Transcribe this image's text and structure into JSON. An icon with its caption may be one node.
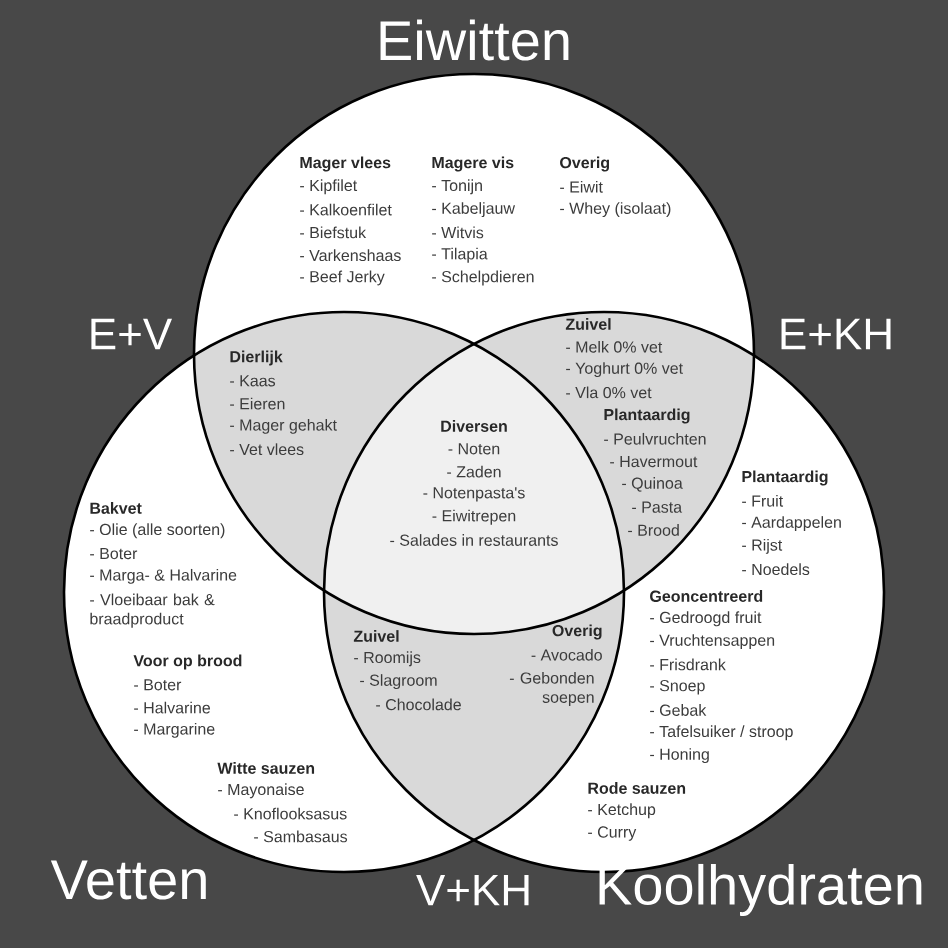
{
  "diagram": {
    "nodes": [
      {
        "text": [
          "Eiwitten"
        ]
      },
      {
        "text": [
          "Vetten"
        ]
      },
      {
        "text": [
          "Koolhydraten"
        ]
      }
    ],
    "labels": [
      "Mager vlees",
      "- Kipfilet",
      "- Kalkoenfilet",
      "- Biefstuk",
      "- Varkenshaas",
      "- Beef Jerky",
      "Magere vis",
      "- Tonijn",
      "- Kabeljauw",
      "- Witvis",
      "- Tilapia",
      "- Schelpdieren",
      "Overig",
      "- Eiwit",
      "- Whey (isolaat)",
      "E+V",
      "E+KH",
      "Zuivel",
      "- Melk 0% vet",
      "- Yoghurt 0% vet",
      "- Vla 0% vet",
      "Dierlijk",
      "- Kaas",
      "- Eieren",
      "- Mager gehakt",
      "- Vet vlees",
      "Plantaardig",
      "- Peulvruchten",
      "- Havermout",
      "- Quinoa",
      "- Pasta",
      "- Brood",
      "Diversen",
      "- Noten",
      "- Zaden",
      "- Notenpasta's",
      "- Eiwitrepen",
      "- Salades in restaurants",
      "Plantaardig",
      "- Fruit",
      "- Aardappelen",
      "- Rijst",
      "- Noedels",
      "Bakvet",
      "- Olie (alle soorten)",
      "- Boter",
      "- Marga- & Halvarine",
      "- Vloeibaar bak & braadproduct",
      "Geoncentreerd",
      "- Gedroogd fruit",
      "- Vruchtensappen",
      "- Frisdrank",
      "- Snoep",
      "- Gebak",
      "- Tafelsuiker / stroop",
      "- Honing",
      "Zuivel",
      "- Roomijs",
      "- Slagroom",
      "- Chocolade",
      "Overig",
      "- Avocado",
      "- Gebonden soepen",
      "Voor op brood",
      "- Boter",
      "- Halvarine",
      "- Margarine",
      "Witte sauzen",
      "- Mayonaise",
      "- Knoflooksasus",
      "- Sambasaus",
      "Rode sauzen",
      "- Ketchup",
      "- Curry",
      "V+KH"
    ]
  }
}
